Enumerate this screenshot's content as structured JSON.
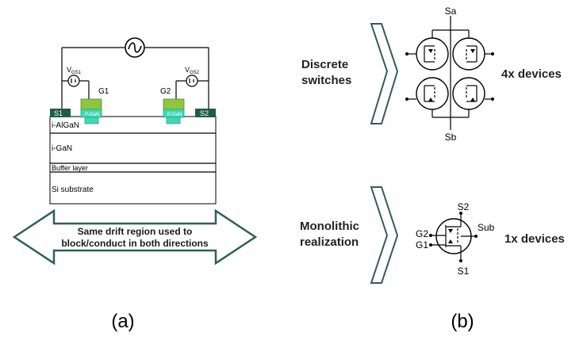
{
  "colors": {
    "dark_green": "#1f5c4a",
    "pgan_green": "#8dc63f",
    "pgan_teal": "#3fd8b8",
    "arrow_outline": "#2f5f55"
  },
  "panel_a": {
    "vgs1": "V",
    "vgs1_sub": "GS1",
    "vgs2": "V",
    "vgs2_sub": "GS2",
    "g1": "G1",
    "g2": "G2",
    "s1": "S1",
    "s2": "S2",
    "pgan1": "P-GaN",
    "pgan2": "P-GaN",
    "layers": [
      "i-AlGaN",
      "i-GaN",
      "Buffer layer",
      "Si substrate"
    ],
    "arrow_text_line1": "Same drift region used to",
    "arrow_text_line2": "block/conduct in both directions",
    "caption": "(a)"
  },
  "panel_b": {
    "discrete_line1": "Discrete",
    "discrete_line2": "switches",
    "sa": "Sa",
    "sb": "Sb",
    "count_discrete": "4x devices",
    "mono_line1": "Monolithic",
    "mono_line2": "realization",
    "s2": "S2",
    "s1": "S1",
    "g2": "G2",
    "g1": "G1",
    "sub": "Sub",
    "count_mono": "1x devices",
    "caption": "(b)"
  }
}
